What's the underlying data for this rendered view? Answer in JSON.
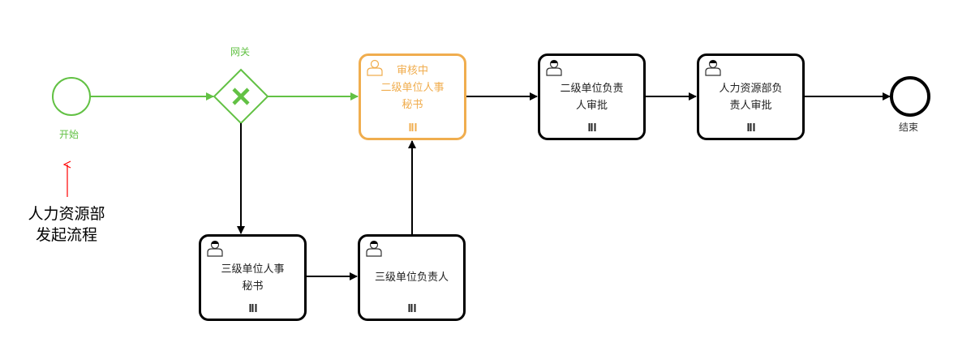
{
  "colors": {
    "completed": "#62c144",
    "active": "#f0ad4e",
    "pending": "#000000",
    "annotation": "#ff0000"
  },
  "start_event": {
    "label": "开始",
    "state": "completed"
  },
  "gateway": {
    "label": "网关",
    "type": "exclusive",
    "icon": "x-icon",
    "state": "completed"
  },
  "end_event": {
    "label": "结束"
  },
  "tasks": [
    {
      "id": "t1",
      "status": "审核中",
      "label": "二级单位人事\n秘书",
      "state": "active"
    },
    {
      "id": "t2",
      "label": "二级单位负责\n人审批",
      "state": "pending"
    },
    {
      "id": "t3",
      "label": "人力资源部负\n责人审批",
      "state": "pending"
    },
    {
      "id": "t4",
      "label": "三级单位人事\n秘书",
      "state": "pending"
    },
    {
      "id": "t5",
      "label": "三级单位负责人",
      "state": "pending"
    }
  ],
  "annotation": {
    "text": "人力资源部\n发起流程",
    "line1": "人力资源部",
    "line2": "发起流程"
  }
}
